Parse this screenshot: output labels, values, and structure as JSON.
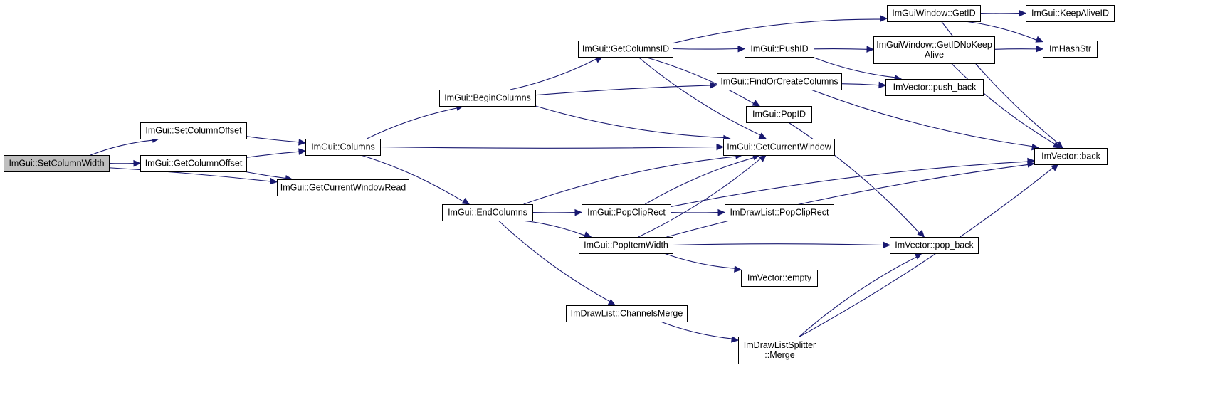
{
  "nodes": [
    {
      "id": "set_column_width",
      "lines": [
        "ImGui::SetColumnWidth"
      ],
      "root": true
    },
    {
      "id": "set_column_offset",
      "lines": [
        "ImGui::SetColumnOffset"
      ]
    },
    {
      "id": "get_column_offset",
      "lines": [
        "ImGui::GetColumnOffset"
      ]
    },
    {
      "id": "columns",
      "lines": [
        "ImGui::Columns"
      ]
    },
    {
      "id": "get_current_window_read",
      "lines": [
        "ImGui::GetCurrentWindowRead"
      ]
    },
    {
      "id": "begin_columns",
      "lines": [
        "ImGui::BeginColumns"
      ]
    },
    {
      "id": "end_columns",
      "lines": [
        "ImGui::EndColumns"
      ]
    },
    {
      "id": "get_columns_id",
      "lines": [
        "ImGui::GetColumnsID"
      ]
    },
    {
      "id": "find_or_create_columns",
      "lines": [
        "ImGui::FindOrCreateColumns"
      ]
    },
    {
      "id": "get_current_window",
      "lines": [
        "ImGui::GetCurrentWindow"
      ]
    },
    {
      "id": "pop_clip_rect",
      "lines": [
        "ImGui::PopClipRect"
      ]
    },
    {
      "id": "pop_item_width",
      "lines": [
        "ImGui::PopItemWidth"
      ]
    },
    {
      "id": "channels_merge",
      "lines": [
        "ImDrawList::ChannelsMerge"
      ]
    },
    {
      "id": "push_id",
      "lines": [
        "ImGui::PushID"
      ]
    },
    {
      "id": "pop_id",
      "lines": [
        "ImGui::PopID"
      ]
    },
    {
      "id": "window_get_id",
      "lines": [
        "ImGuiWindow::GetID"
      ]
    },
    {
      "id": "window_get_id_no_keep_alive",
      "lines": [
        "ImGuiWindow::GetIDNoKeep",
        "Alive"
      ]
    },
    {
      "id": "keep_alive_id",
      "lines": [
        "ImGui::KeepAliveID"
      ]
    },
    {
      "id": "im_hash_str",
      "lines": [
        "ImHashStr"
      ]
    },
    {
      "id": "vector_push_back",
      "lines": [
        "ImVector::push_back"
      ]
    },
    {
      "id": "vector_back",
      "lines": [
        "ImVector::back"
      ]
    },
    {
      "id": "drawlist_pop_clip_rect",
      "lines": [
        "ImDrawList::PopClipRect"
      ]
    },
    {
      "id": "vector_pop_back",
      "lines": [
        "ImVector::pop_back"
      ]
    },
    {
      "id": "vector_empty",
      "lines": [
        "ImVector::empty"
      ]
    },
    {
      "id": "splitter_merge",
      "lines": [
        "ImDrawListSplitter",
        "::Merge"
      ]
    }
  ],
  "edges": [
    [
      "set_column_width",
      "set_column_offset"
    ],
    [
      "set_column_width",
      "get_column_offset"
    ],
    [
      "set_column_width",
      "get_current_window_read"
    ],
    [
      "set_column_offset",
      "columns"
    ],
    [
      "get_column_offset",
      "columns"
    ],
    [
      "get_column_offset",
      "get_current_window_read"
    ],
    [
      "columns",
      "begin_columns"
    ],
    [
      "columns",
      "get_current_window"
    ],
    [
      "columns",
      "end_columns"
    ],
    [
      "begin_columns",
      "get_columns_id"
    ],
    [
      "begin_columns",
      "find_or_create_columns"
    ],
    [
      "begin_columns",
      "get_current_window"
    ],
    [
      "get_columns_id",
      "window_get_id"
    ],
    [
      "get_columns_id",
      "push_id"
    ],
    [
      "get_columns_id",
      "pop_id"
    ],
    [
      "get_columns_id",
      "get_current_window"
    ],
    [
      "push_id",
      "window_get_id_no_keep_alive"
    ],
    [
      "push_id",
      "vector_push_back"
    ],
    [
      "find_or_create_columns",
      "vector_push_back"
    ],
    [
      "find_or_create_columns",
      "vector_back"
    ],
    [
      "pop_id",
      "vector_pop_back"
    ],
    [
      "window_get_id",
      "keep_alive_id"
    ],
    [
      "window_get_id",
      "im_hash_str"
    ],
    [
      "window_get_id",
      "vector_back"
    ],
    [
      "window_get_id_no_keep_alive",
      "im_hash_str"
    ],
    [
      "window_get_id_no_keep_alive",
      "vector_back"
    ],
    [
      "end_columns",
      "get_current_window"
    ],
    [
      "end_columns",
      "pop_clip_rect"
    ],
    [
      "end_columns",
      "pop_item_width"
    ],
    [
      "end_columns",
      "channels_merge"
    ],
    [
      "pop_clip_rect",
      "get_current_window"
    ],
    [
      "pop_clip_rect",
      "drawlist_pop_clip_rect"
    ],
    [
      "pop_clip_rect",
      "vector_back"
    ],
    [
      "pop_item_width",
      "get_current_window"
    ],
    [
      "pop_item_width",
      "vector_pop_back"
    ],
    [
      "pop_item_width",
      "vector_empty"
    ],
    [
      "pop_item_width",
      "vector_back"
    ],
    [
      "channels_merge",
      "splitter_merge"
    ],
    [
      "splitter_merge",
      "vector_pop_back"
    ],
    [
      "splitter_merge",
      "vector_back"
    ]
  ]
}
